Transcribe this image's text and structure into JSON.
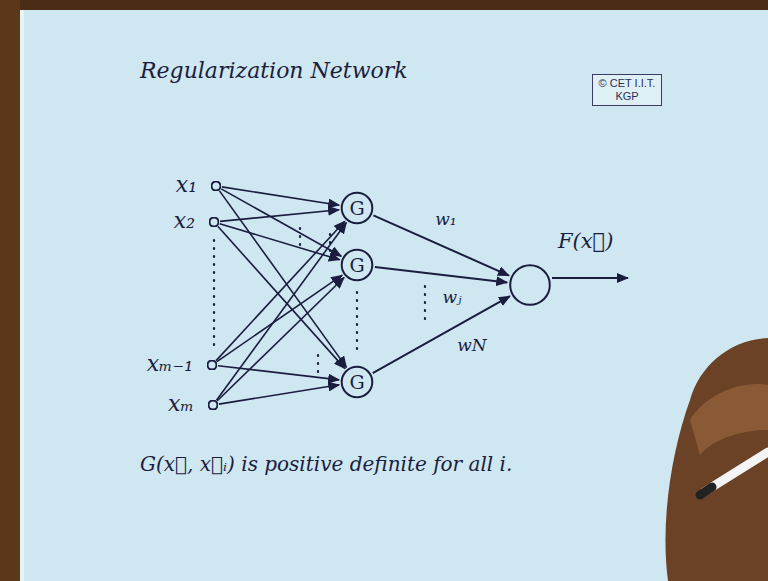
{
  "diagram": {
    "title": "Regularization Network",
    "nodes": [
      {
        "text": [
          "© CET I.I.T. KGP"
        ]
      },
      {
        "text": [
          "x₁"
        ]
      },
      {
        "text": [
          "x₂"
        ]
      },
      {
        "text": [
          "xₘ₋₁"
        ]
      },
      {
        "text": [
          "xₘ"
        ]
      },
      {
        "text": [
          "G"
        ]
      },
      {
        "text": [
          "G"
        ]
      },
      {
        "text": [
          "G"
        ]
      },
      {
        "text": [
          "F(x⃗)"
        ]
      }
    ],
    "edges": [
      {
        "from": 1,
        "to": 5,
        "arrow": "to"
      },
      {
        "from": 1,
        "to": 6,
        "arrow": "to"
      },
      {
        "from": 1,
        "to": 7,
        "arrow": "to"
      },
      {
        "from": 2,
        "to": 5,
        "arrow": "to"
      },
      {
        "from": 2,
        "to": 6,
        "arrow": "to"
      },
      {
        "from": 2,
        "to": 7,
        "arrow": "to"
      },
      {
        "from": 3,
        "to": 5,
        "arrow": "to"
      },
      {
        "from": 3,
        "to": 6,
        "arrow": "to"
      },
      {
        "from": 3,
        "to": 7,
        "arrow": "to"
      },
      {
        "from": 4,
        "to": 5,
        "arrow": "to"
      },
      {
        "from": 4,
        "to": 6,
        "arrow": "to"
      },
      {
        "from": 4,
        "to": 7,
        "arrow": "to"
      },
      {
        "from": 5,
        "to": 8,
        "label": "w₁",
        "arrow": "to"
      },
      {
        "from": 6,
        "to": 8,
        "label": "wⱼ",
        "arrow": "to"
      },
      {
        "from": 7,
        "to": 8,
        "label": "wN",
        "arrow": "to"
      }
    ],
    "labels": [
      "G(x⃗, x⃗ᵢ) is positive definite for all i."
    ]
  }
}
